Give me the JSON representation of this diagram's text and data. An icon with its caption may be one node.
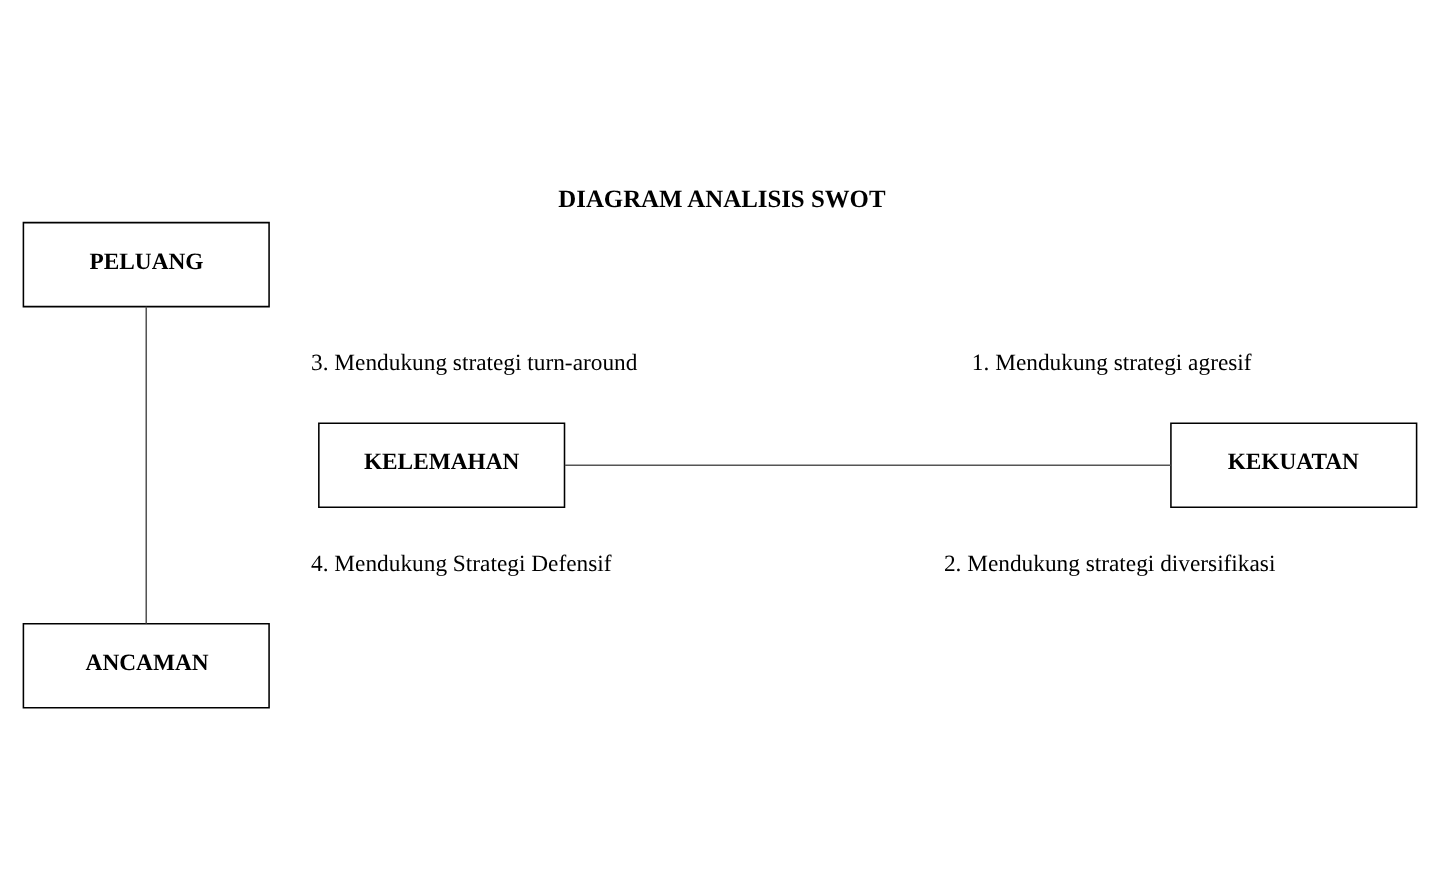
{
  "diagram": {
    "title": "DIAGRAM ANALISIS SWOT",
    "nodes": [
      {
        "text": [
          "PELUANG"
        ]
      },
      {
        "text": [
          "KELEMAHAN"
        ]
      },
      {
        "text": [
          "KEKUATAN"
        ]
      },
      {
        "text": [
          "ANCAMAN"
        ]
      }
    ],
    "edges": [
      {
        "from": 0,
        "to": 3,
        "arrow": "none"
      },
      {
        "from": 1,
        "to": 2,
        "arrow": "none"
      }
    ],
    "labels": [
      "3. Mendukung strategi turn-around",
      "1. Mendukung strategi agresif",
      "4. Mendukung Strategi Defensif",
      "2. Mendukung strategi diversifikasi"
    ]
  }
}
